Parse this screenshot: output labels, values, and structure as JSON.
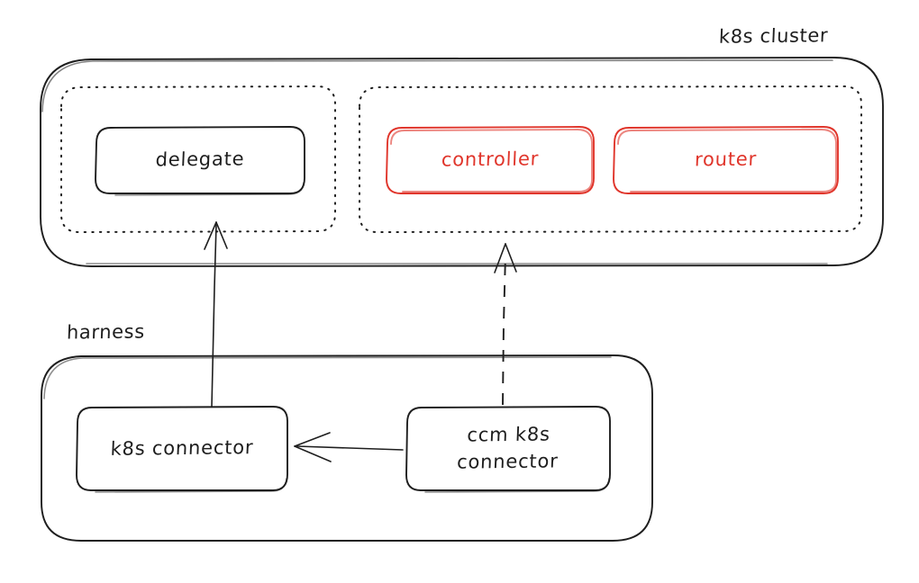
{
  "diagram": {
    "type": "architecture-diagram",
    "style": "hand-drawn sketch",
    "background_color": "#ffffff",
    "default_stroke_color": "#1e1e1e",
    "accent_color": "#e0352b",
    "containers": [
      {
        "id": "k8s-cluster",
        "label": "k8s cluster",
        "label_position": "top-right-outside",
        "border_style": "solid",
        "color": "#1e1e1e"
      },
      {
        "id": "harness",
        "label": "harness",
        "label_position": "top-left-outside",
        "border_style": "solid",
        "color": "#1e1e1e"
      }
    ],
    "groups": [
      {
        "id": "delegate-group",
        "border_style": "dotted",
        "parent": "k8s-cluster",
        "color": "#1e1e1e"
      },
      {
        "id": "services-group",
        "border_style": "dotted",
        "parent": "k8s-cluster",
        "color": "#1e1e1e"
      }
    ],
    "nodes": [
      {
        "id": "delegate",
        "label": "delegate",
        "color": "#1e1e1e",
        "group": "delegate-group"
      },
      {
        "id": "controller",
        "label": "controller",
        "color": "#e0352b",
        "group": "services-group"
      },
      {
        "id": "router",
        "label": "router",
        "color": "#e0352b",
        "group": "services-group"
      },
      {
        "id": "k8s-connector",
        "label": "k8s connector",
        "color": "#1e1e1e",
        "group": "harness"
      },
      {
        "id": "ccm-k8s-connector",
        "label_line1": "ccm k8s",
        "label_line2": "connector",
        "color": "#1e1e1e",
        "group": "harness"
      }
    ],
    "edges": [
      {
        "id": "edge-k8sconnector-delegate",
        "from": "k8s-connector",
        "to": "delegate-group",
        "style": "solid",
        "direction": "up",
        "arrowhead": "end"
      },
      {
        "id": "edge-ccm-services",
        "from": "ccm-k8s-connector",
        "to": "services-group",
        "style": "dashed",
        "direction": "up",
        "arrowhead": "end"
      },
      {
        "id": "edge-ccm-k8sconnector",
        "from": "ccm-k8s-connector",
        "to": "k8s-connector",
        "style": "solid",
        "direction": "left",
        "arrowhead": "end"
      }
    ]
  }
}
